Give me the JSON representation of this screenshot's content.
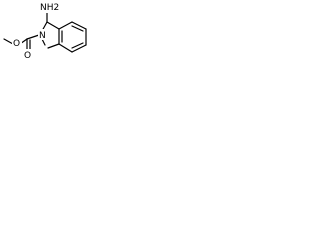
{
  "molecule": {
    "labels": {
      "amine": "NH2",
      "ring_n": "N",
      "carbonyl_o": "O",
      "ester_o": "O"
    }
  },
  "colors": {
    "background": "#ffffff",
    "ink": "#000000"
  }
}
